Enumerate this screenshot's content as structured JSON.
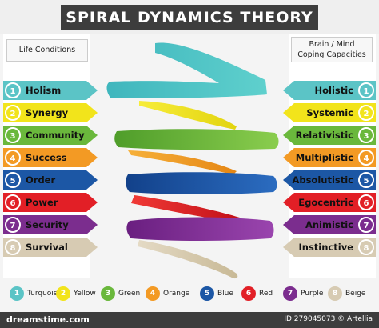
{
  "title": "SPIRAL DYNAMICS THEORY",
  "left_header": "Life Conditions",
  "right_header": [
    "Brain / Mind",
    "Coping Capacities"
  ],
  "colors": [
    "#5bc4c6",
    "#f2e41b",
    "#6ab83c",
    "#f39a24",
    "#1c57a5",
    "#e21f26",
    "#7b2d8e",
    "#d7cbb3"
  ],
  "levels": [
    {
      "num": "1",
      "life": "Holism",
      "mind": "Holistic"
    },
    {
      "num": "2",
      "life": "Synergy",
      "mind": "Systemic"
    },
    {
      "num": "3",
      "life": "Community",
      "mind": "Relativistic"
    },
    {
      "num": "4",
      "life": "Success",
      "mind": "Multiplistic"
    },
    {
      "num": "5",
      "life": "Order",
      "mind": "Absolutistic"
    },
    {
      "num": "6",
      "life": "Power",
      "mind": "Egocentric"
    },
    {
      "num": "7",
      "life": "Security",
      "mind": "Animistic"
    },
    {
      "num": "8",
      "life": "Survival",
      "mind": "Instinctive"
    }
  ],
  "legend": [
    {
      "num": "1",
      "name": "Turquoise"
    },
    {
      "num": "2",
      "name": "Yellow"
    },
    {
      "num": "3",
      "name": "Green"
    },
    {
      "num": "4",
      "name": "Orange"
    },
    {
      "num": "5",
      "name": "Blue"
    },
    {
      "num": "6",
      "name": "Red"
    },
    {
      "num": "7",
      "name": "Purple"
    },
    {
      "num": "8",
      "name": "Beige"
    }
  ],
  "footer": {
    "watermark": "dreamstime.com",
    "id": "ID 279045073 © Artellia"
  }
}
